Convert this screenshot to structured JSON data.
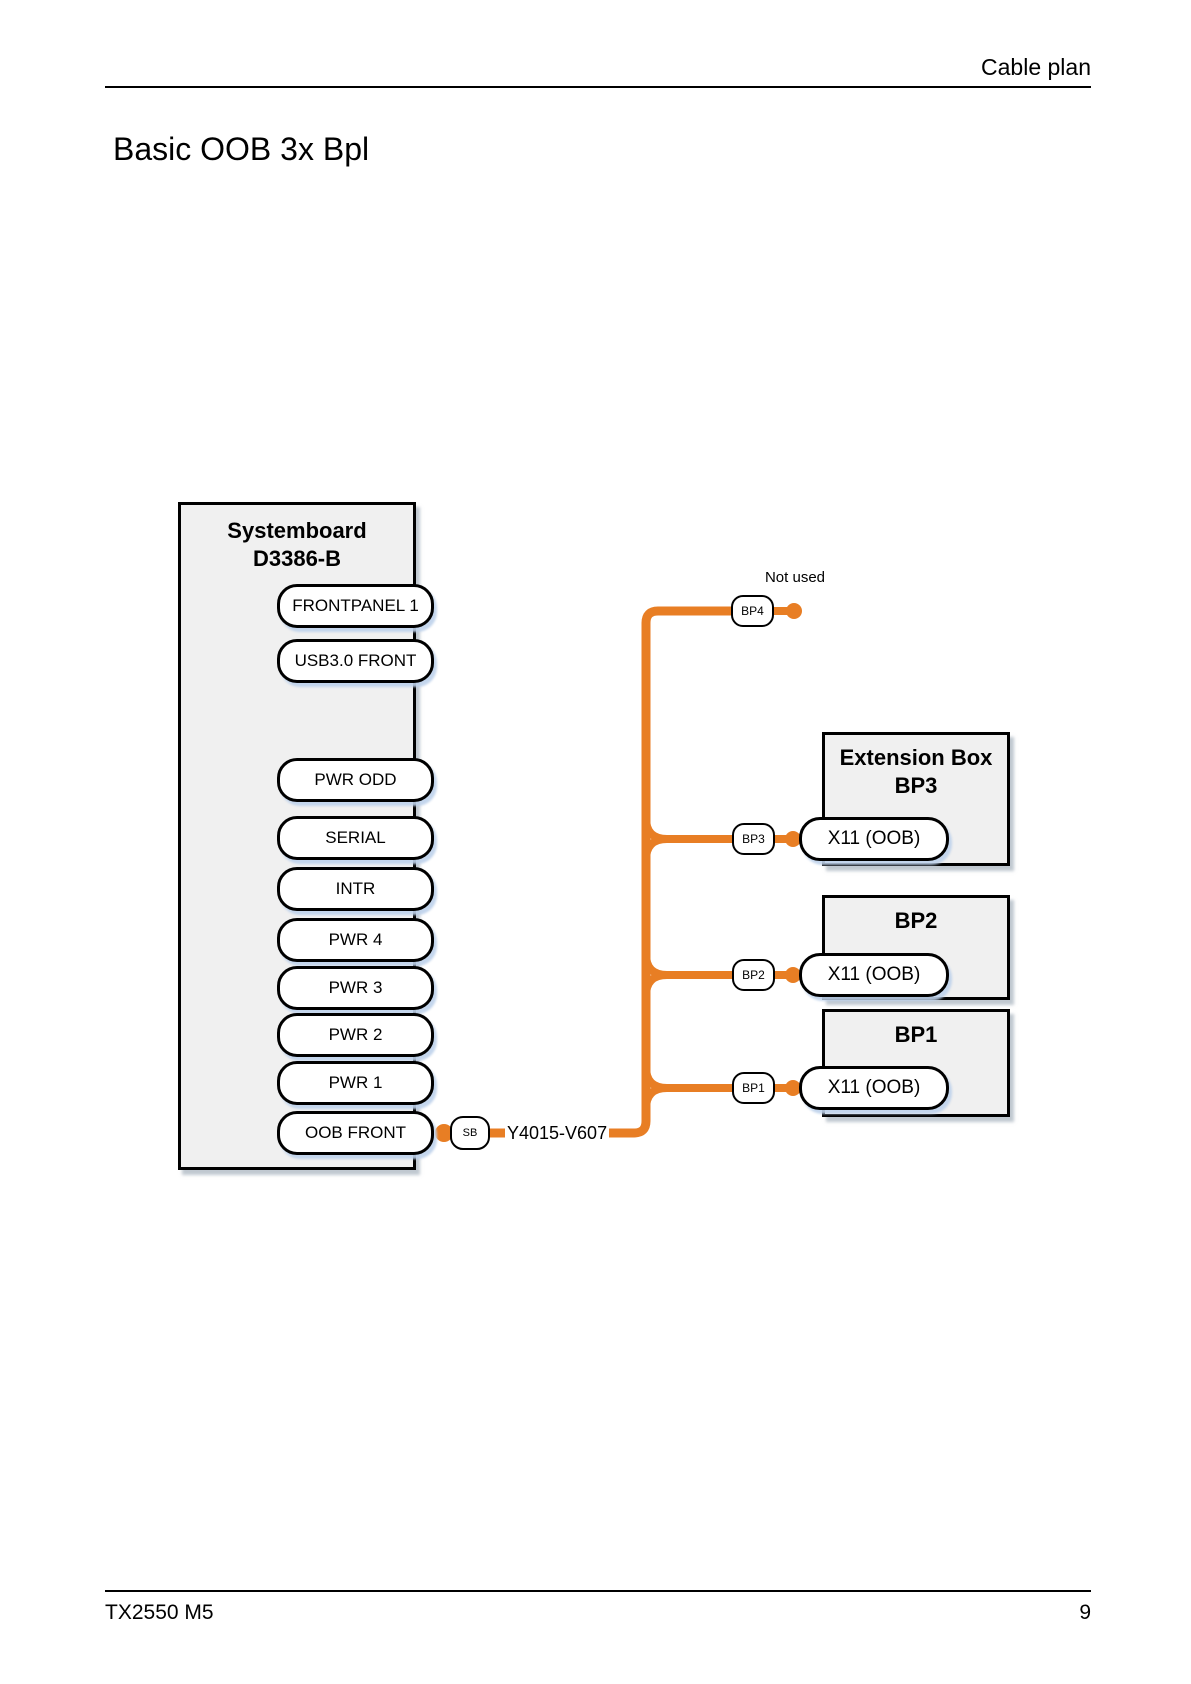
{
  "header": {
    "label": "Cable plan"
  },
  "title": "Basic OOB 3x Bpl",
  "footer": {
    "model": "TX2550 M5",
    "page_number": "9"
  },
  "colors": {
    "cable_orange": "#E87E24",
    "box_fill": "#F0F0F0"
  },
  "systemboard": {
    "name_line1": "Systemboard",
    "name_line2": "D3386-B",
    "connectors": [
      "FRONTPANEL 1",
      "USB3.0 FRONT",
      "PWR ODD",
      "SERIAL",
      "INTR",
      "PWR 4",
      "PWR 3",
      "PWR 2",
      "PWR 1",
      "OOB FRONT"
    ]
  },
  "cable": {
    "source_connector": "SB",
    "label": "Y4015-V607",
    "not_used_label": "Not used",
    "plugs": [
      "BP4",
      "BP3",
      "BP2",
      "BP1"
    ]
  },
  "backplanes": [
    {
      "line1": "Extension Box",
      "line2": "BP3",
      "connector": "X11 (OOB)"
    },
    {
      "line1": "BP2",
      "connector": "X11 (OOB)"
    },
    {
      "line1": "BP1",
      "connector": "X11 (OOB)"
    }
  ]
}
